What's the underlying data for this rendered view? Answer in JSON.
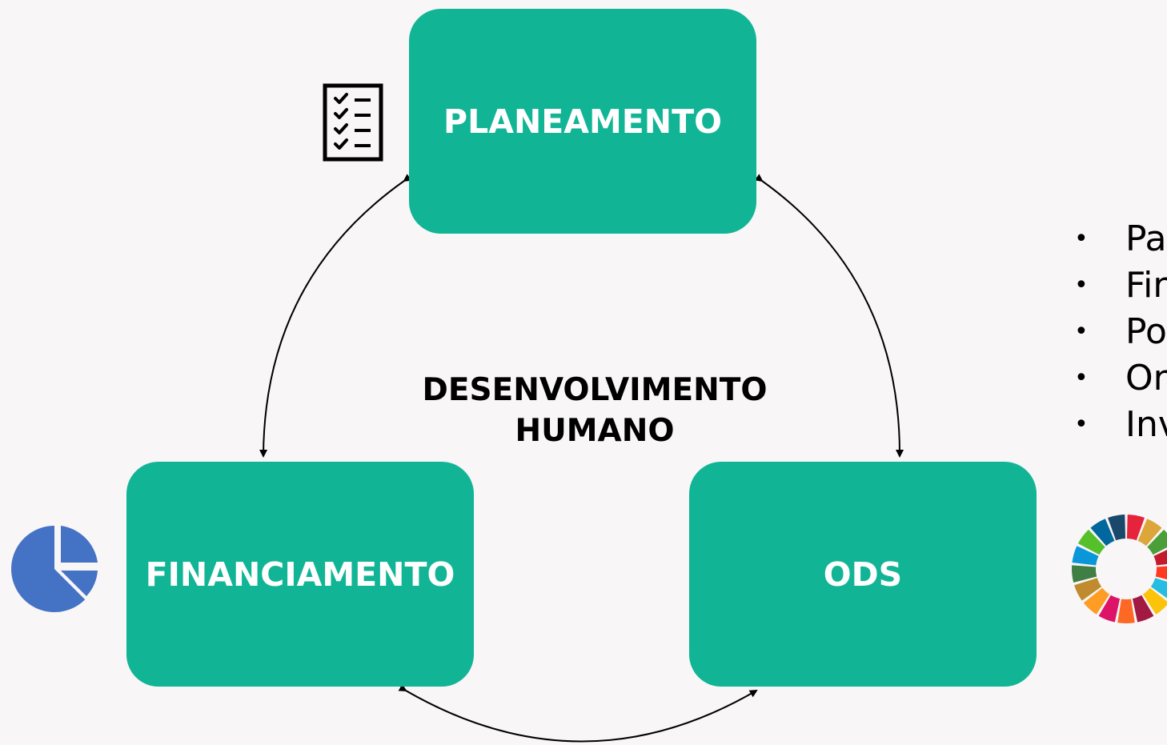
{
  "boxes": {
    "planeamento": "PLANEAMENTO",
    "financiamento": "FINANCIAMENTO",
    "ods": "ODS"
  },
  "center": {
    "line1": "DESENVOLVIMENTO",
    "line2": "HUMANO"
  },
  "bullets": [
    "Pa",
    "Fir",
    "Po",
    "Or",
    "Inv"
  ],
  "colors": {
    "box_fill": "#11b596",
    "box_text": "#ffffff",
    "background": "#f8f6f7",
    "pie_icon": "#4472c4"
  },
  "icons": {
    "planeamento": "checklist-icon",
    "financiamento": "pie-chart-icon",
    "ods": "sdg-wheel-icon"
  }
}
